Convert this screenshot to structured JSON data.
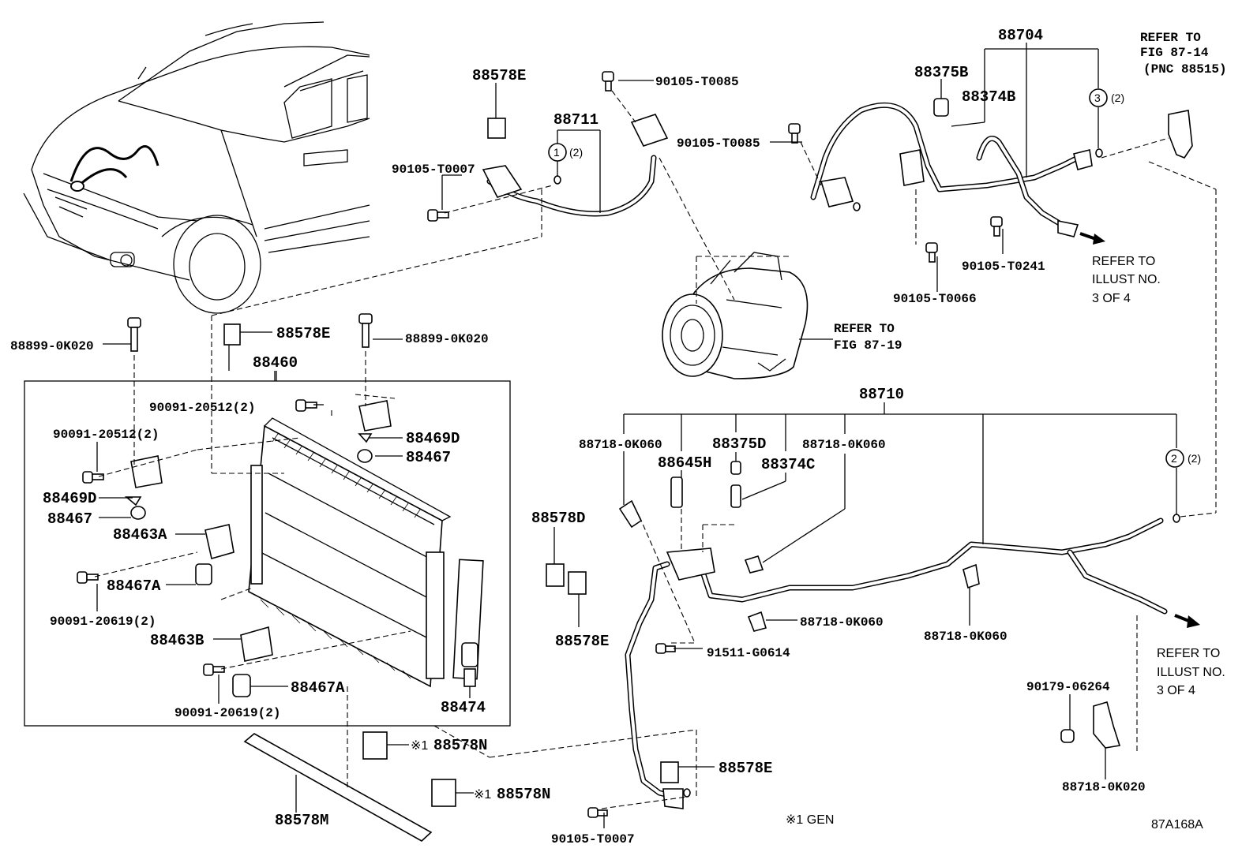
{
  "labels": {
    "p88704": "88704",
    "p88375B": "88375B",
    "p88374B": "88374B",
    "circle3": "3",
    "qty3": "(2)",
    "refer_fig_8714_a": "REFER TO",
    "refer_fig_8714_b": "FIG 87-14",
    "refer_fig_8714_c": "(PNC 88515)",
    "p88578E_top": "88578E",
    "p88711": "88711",
    "circle1": "1",
    "qty1": "(2)",
    "p90105T0007_top": "90105-T0007",
    "p90105T0085_a": "90105-T0085",
    "p90105T0085_b": "90105-T0085",
    "p90105T0241": "90105-T0241",
    "p90105T0066": "90105-T0066",
    "refer_illust_a1": "REFER TO",
    "refer_illust_a2": "ILLUST NO.",
    "refer_illust_a3": "3 OF 4",
    "refer_fig_8719_a": "REFER TO",
    "refer_fig_8719_b": "FIG 87-19",
    "p88899_left": "88899-0K020",
    "p88578E_mid": "88578E",
    "p88899_right": "88899-0K020",
    "p88460": "88460",
    "p90091_20512_top": "90091-20512(2)",
    "p90091_20512_left": "90091-20512(2)",
    "p88469D_right": "88469D",
    "p88467_right": "88467",
    "p88469D_left": "88469D",
    "p88467_left": "88467",
    "p88463A": "88463A",
    "p88467A_left": "88467A",
    "p90091_20619_a": "90091-20619(2)",
    "p88463B": "88463B",
    "p88467A_bottom": "88467A",
    "p90091_20619_b": "90091-20619(2)",
    "p88474": "88474",
    "p88578N_a": "88578N",
    "p88578N_b": "88578N",
    "note_mark_a": "※1",
    "note_mark_b": "※1",
    "p88578M": "88578M",
    "p88710": "88710",
    "p88718_0K060_a": "88718-0K060",
    "p88375D": "88375D",
    "p88718_0K060_b": "88718-0K060",
    "p88645H": "88645H",
    "p88374C": "88374C",
    "circle2": "2",
    "qty2": "(2)",
    "p88578D": "88578D",
    "p88578E_low": "88578E",
    "p88718_0K060_c": "88718-0K060",
    "p88718_0K060_d": "88718-0K060",
    "p91511": "91511-G0614",
    "refer_illust_b1": "REFER TO",
    "refer_illust_b2": "ILLUST NO.",
    "refer_illust_b3": "3 OF 4",
    "p90179": "90179-06264",
    "p88718_0K020": "88718-0K020",
    "p88578E_bottom": "88578E",
    "p90105T0007_bottom": "90105-T0007",
    "gen_note": "※1 GEN",
    "fig_code": "87A168A"
  }
}
